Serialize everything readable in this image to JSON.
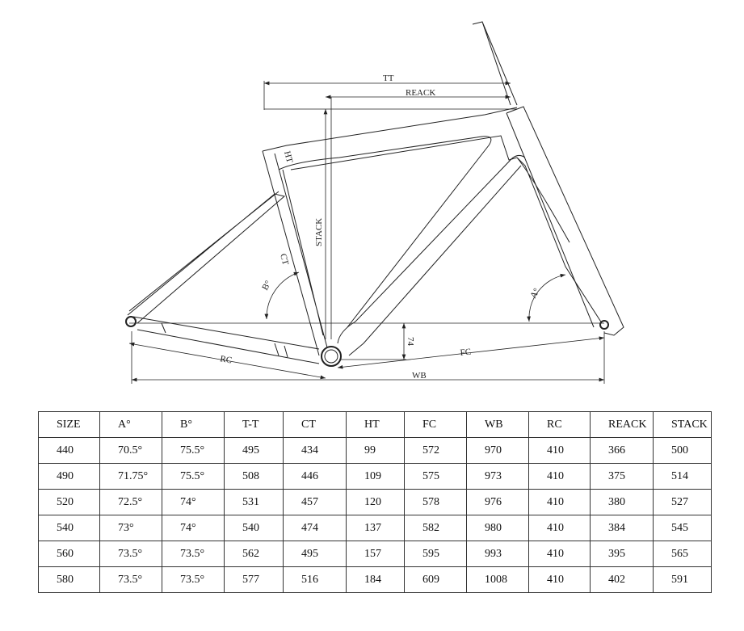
{
  "diagram": {
    "labels": {
      "tt": "TT",
      "reack": "REACK",
      "stack": "STACK",
      "ct": "CT",
      "ht": "HT",
      "b_angle": "B°",
      "a_angle": "A°",
      "bb_drop": "74",
      "fc": "FC",
      "rc": "RC",
      "wb": "WB"
    }
  },
  "table": {
    "headers": [
      "SIZE",
      "A°",
      "B°",
      "T-T",
      "CT",
      "HT",
      "FC",
      "WB",
      "RC",
      "REACK",
      "STACK"
    ],
    "rows": [
      [
        "440",
        "70.5°",
        "75.5°",
        "495",
        "434",
        "99",
        "572",
        "970",
        "410",
        "366",
        "500"
      ],
      [
        "490",
        "71.75°",
        "75.5°",
        "508",
        "446",
        "109",
        "575",
        "973",
        "410",
        "375",
        "514"
      ],
      [
        "520",
        "72.5°",
        "74°",
        "531",
        "457",
        "120",
        "578",
        "976",
        "410",
        "380",
        "527"
      ],
      [
        "540",
        "73°",
        "74°",
        "540",
        "474",
        "137",
        "582",
        "980",
        "410",
        "384",
        "545"
      ],
      [
        "560",
        "73.5°",
        "73.5°",
        "562",
        "495",
        "157",
        "595",
        "993",
        "410",
        "395",
        "565"
      ],
      [
        "580",
        "73.5°",
        "73.5°",
        "577",
        "516",
        "184",
        "609",
        "1008",
        "410",
        "402",
        "591"
      ]
    ]
  }
}
